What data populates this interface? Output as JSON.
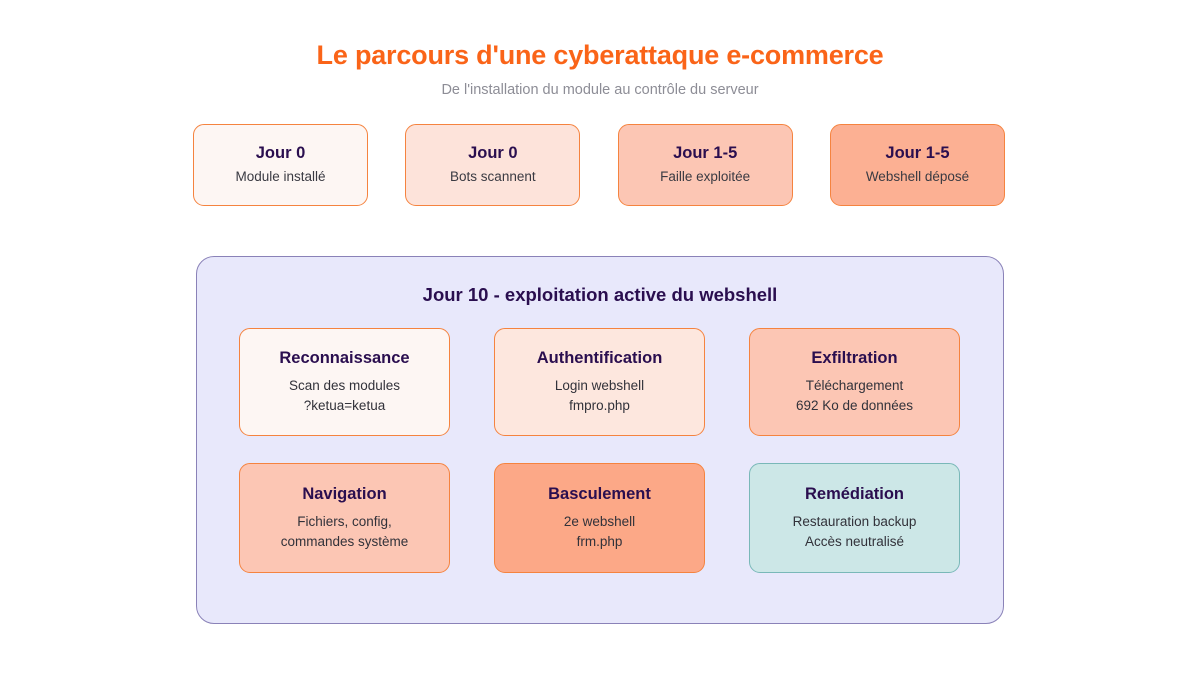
{
  "header": {
    "title": "Le parcours d'une cyberattaque e-commerce",
    "subtitle": "De l'installation du module au contrôle du serveur",
    "title_color": "#FA6418",
    "subtitle_color": "#8D8D96"
  },
  "timeline": {
    "steps": [
      {
        "day": "Jour 0",
        "event": "Module installé",
        "fill": "#FDF6F3",
        "border": "#F5833F"
      },
      {
        "day": "Jour 0",
        "event": "Bots scannent",
        "fill": "#FDE3DA",
        "border": "#F5833F"
      },
      {
        "day": "Jour 1-5",
        "event": "Faille exploitée",
        "fill": "#FCC6B4",
        "border": "#F5833F"
      },
      {
        "day": "Jour 1-5",
        "event": "Webshell déposé",
        "fill": "#FCB093",
        "border": "#F5833F"
      }
    ]
  },
  "panel": {
    "title": "Jour 10 - exploitation active du webshell",
    "background": "#E8E8FB",
    "border": "#8A82B8",
    "cards": [
      {
        "title": "Reconnaissance",
        "lines": [
          "Scan des modules",
          "?ketua=ketua"
        ],
        "fill": "#FDF6F3",
        "border": "#F5833F"
      },
      {
        "title": "Authentification",
        "lines": [
          "Login webshell",
          "fmpro.php"
        ],
        "fill": "#FDE7DE",
        "border": "#F5833F"
      },
      {
        "title": "Exfiltration",
        "lines": [
          "Téléchargement",
          "692 Ko de données"
        ],
        "fill": "#FCC6B4",
        "border": "#F5833F"
      },
      {
        "title": "Navigation",
        "lines": [
          "Fichiers, config,",
          "commandes système"
        ],
        "fill": "#FCC6B4",
        "border": "#F5833F"
      },
      {
        "title": "Basculement",
        "lines": [
          "2e webshell",
          "frm.php"
        ],
        "fill": "#FCA887",
        "border": "#F5833F"
      },
      {
        "title": "Remédiation",
        "lines": [
          "Restauration backup",
          "Accès neutralisé"
        ],
        "fill": "#CCE7E7",
        "border": "#79B8B8"
      }
    ]
  }
}
